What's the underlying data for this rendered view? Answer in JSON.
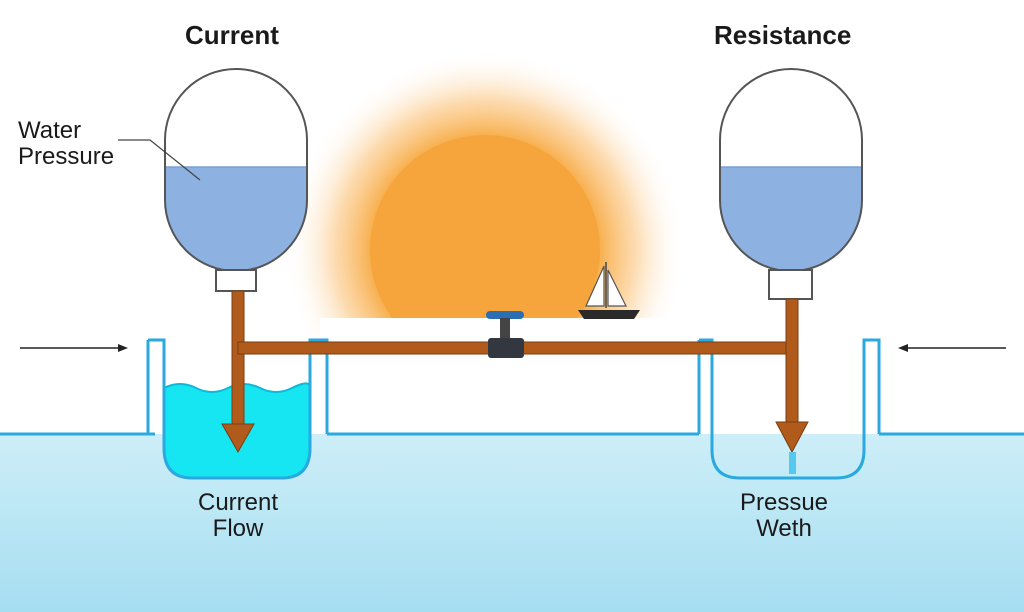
{
  "titles": {
    "left": "Current",
    "right": "Resistance"
  },
  "labels": {
    "water_pressure": [
      "Water",
      "Pressure"
    ],
    "current_flow": [
      "Current",
      "Flow"
    ],
    "pressue_weth": [
      "Pressue",
      "Weth"
    ]
  },
  "colors": {
    "pipe": "#b05a1b",
    "tank_water": "#8db1e0",
    "tank_outline": "#555555",
    "basin_water": "#15e6f2",
    "basin_outline": "#2aa8e0",
    "ground_top": "#c7ecf7",
    "ground_bottom": "#a8dff1",
    "sun": "#f5a53b",
    "valve_handle": "#2b6fb2",
    "valve_body": "#333840"
  },
  "icons": [
    "sun-icon",
    "sailboat-icon",
    "valve-icon",
    "arrow-icon"
  ]
}
